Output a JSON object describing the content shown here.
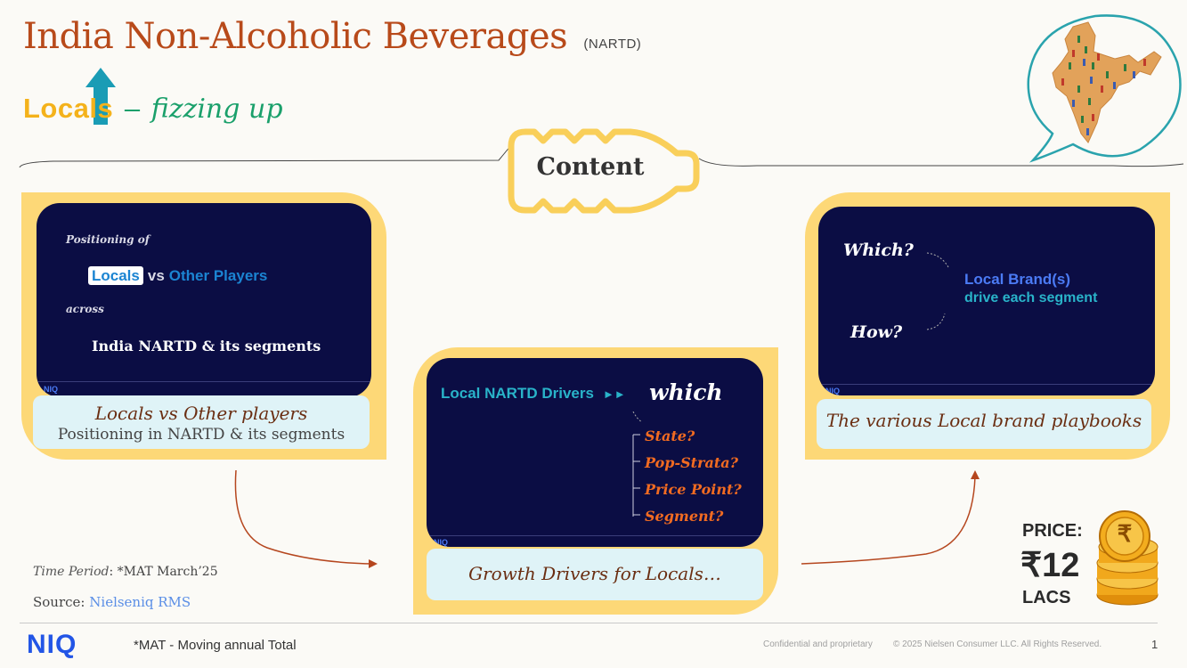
{
  "header": {
    "title": "India Non-Alcoholic Beverages",
    "title_suffix": "(NARTD)",
    "subtitle_brand": "Locals",
    "subtitle_dash": "–",
    "subtitle_tag": "fizzing up"
  },
  "section_label": "Content",
  "cards": [
    {
      "slide": {
        "positioning_of": "Positioning of",
        "locals": "Locals",
        "vs": "vs",
        "other_players": "Other Players",
        "across": "across",
        "india_line": "India NARTD & its segments"
      },
      "caption_line1": "Locals vs Other players",
      "caption_line2": "Positioning in NARTD & its segments"
    },
    {
      "slide": {
        "heading": "Local NARTD Drivers",
        "arrows": "►►",
        "which": "which",
        "options": [
          "State?",
          "Pop-Strata?",
          "Price Point?",
          "Segment?"
        ]
      },
      "caption_line1": "Growth Drivers for Locals…"
    },
    {
      "slide": {
        "which": "Which?",
        "how": "How?",
        "local_brands": "Local Brand(s)",
        "drive": "drive each segment"
      },
      "caption_line1": "The various Local brand playbooks"
    }
  ],
  "slide_footer": {
    "logo": "NIQ"
  },
  "time_period": {
    "label": "Time Period",
    "value": ": *MAT March’25"
  },
  "source": {
    "label": "Source:",
    "value": "Nielseniq RMS"
  },
  "price": {
    "label": "PRICE:",
    "value": "₹12",
    "unit": "LACS",
    "coin_symbol": "₹"
  },
  "footer": {
    "logo": "NIQ",
    "note": "*MAT - Moving annual Total",
    "confidential": "Confidential and proprietary",
    "copyright": "© 2025 Nielsen Consumer LLC. All Rights Reserved.",
    "page": "1"
  },
  "colors": {
    "title": "#b84a1a",
    "brand_yellow": "#f4b21b",
    "accent_green": "#1aa06b",
    "arrow_teal": "#1a9cb5",
    "card_yellow": "#fdd877",
    "slide_navy": "#0b0d44",
    "caption_bg": "#dff3f7",
    "connector": "#b5461e",
    "niq_blue": "#2255e6"
  }
}
